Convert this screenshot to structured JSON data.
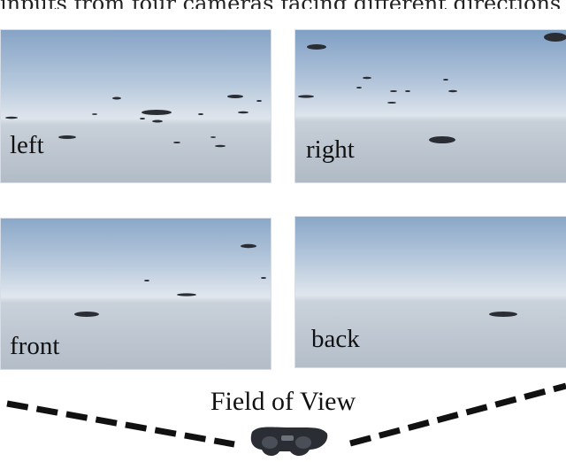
{
  "top_cropped_text": "inputs from four cameras facing different directions",
  "panels": {
    "left": {
      "label": "left"
    },
    "right": {
      "label": "right"
    },
    "front": {
      "label": "front"
    },
    "back": {
      "label": "back"
    }
  },
  "field_of_view_label": "Field of View",
  "colors": {
    "sky_top": "#7f9fc4",
    "sky_mid": "#c9d6e6",
    "horizon": "#d9e0e8",
    "ground": "#b7c0ca",
    "drone": "#2a2d33"
  }
}
